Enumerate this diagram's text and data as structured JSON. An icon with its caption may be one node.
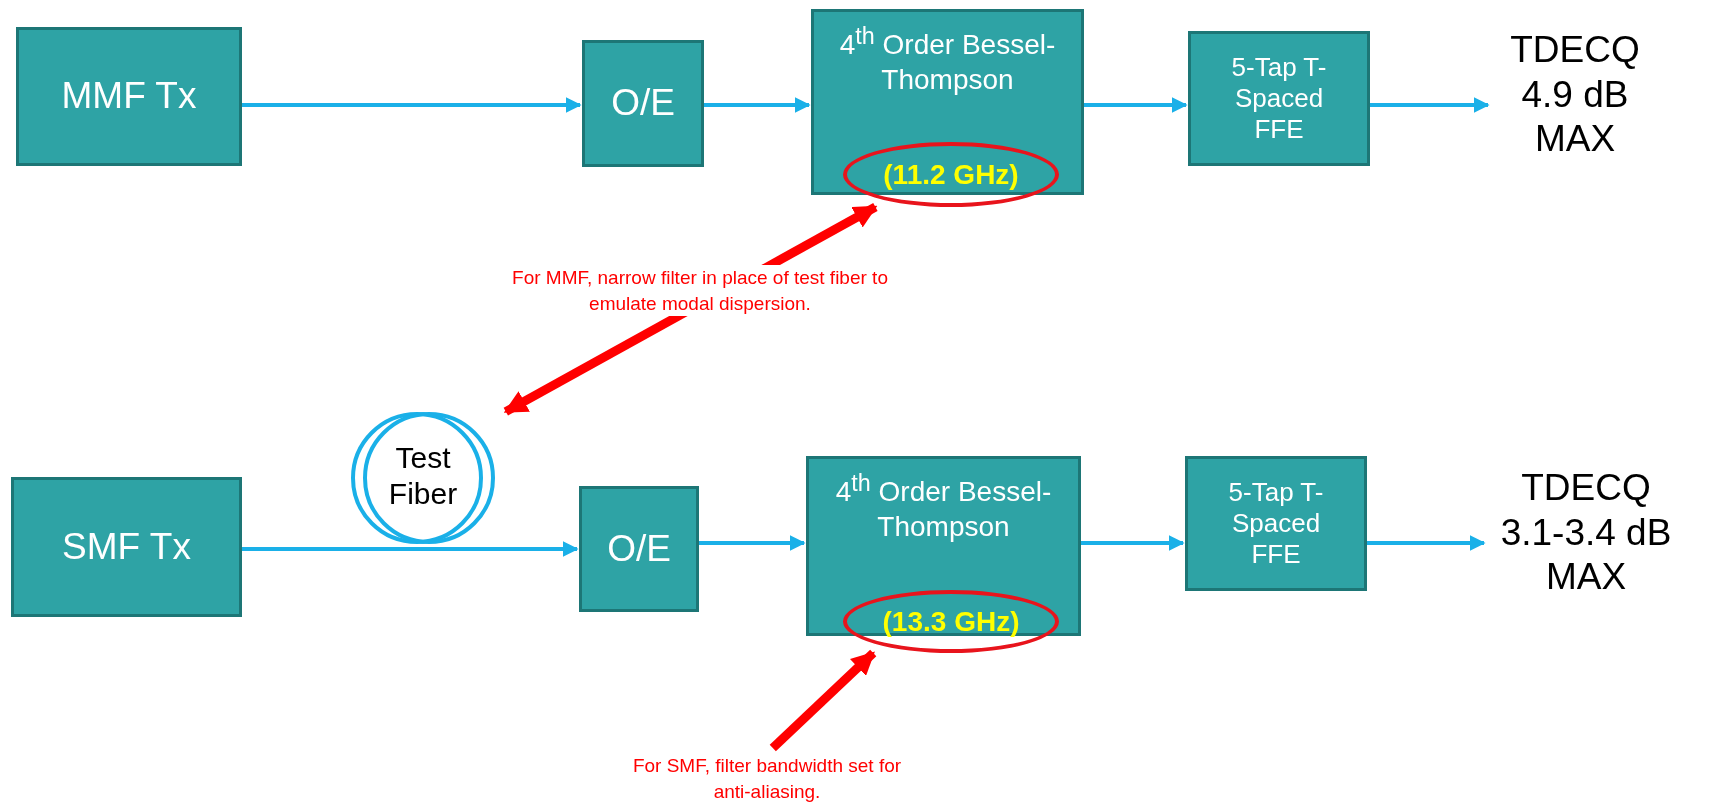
{
  "diagram": {
    "nodes": [
      {
        "text": [
          "MMF Tx"
        ]
      },
      {
        "text": [
          "O/E"
        ]
      },
      {
        "text": [
          "4$^{th}$ Order Bessel-Thompson"
        ]
      },
      {
        "text": [
          "(11.2 GHz)"
        ]
      },
      {
        "text": [
          "5-Tap T-Spaced FFE"
        ]
      },
      {
        "text": [
          "TDECQ 4.9 dB MAX"
        ]
      },
      {
        "text": [
          "Test Fiber"
        ]
      },
      {
        "text": [
          "SMF Tx"
        ]
      },
      {
        "text": [
          "O/E"
        ]
      },
      {
        "text": [
          "4$^{th}$ Order Bessel-Thompson"
        ]
      },
      {
        "text": [
          "(13.3 GHz)"
        ]
      },
      {
        "text": [
          "5-Tap T-Spaced FFE"
        ]
      },
      {
        "text": [
          "TDECQ 3.1-3.4 dB MAX"
        ]
      },
      {
        "text": [
          "For SMF, filter bandwidth set for anti-aliasing."
        ]
      }
    ],
    "edges": [
      {
        "from": 0,
        "to": 1,
        "arrow": "to"
      },
      {
        "from": 1,
        "to": 2,
        "arrow": "to"
      },
      {
        "from": 2,
        "to": 4,
        "arrow": "to"
      },
      {
        "from": 4,
        "to": 5,
        "arrow": "to"
      },
      {
        "from": 3,
        "to": 6,
        "arrow": "both",
        "label": "For MMF, narrow filter in place of test fiber to emulate modal dispersion.",
        "style": "thick",
        "color": "#ff0000"
      },
      {
        "from": 7,
        "to": 6,
        "arrow": "none"
      },
      {
        "from": 6,
        "to": 8,
        "arrow": "to"
      },
      {
        "from": 8,
        "to": 9,
        "arrow": "to"
      },
      {
        "from": 9,
        "to": 11,
        "arrow": "to"
      },
      {
        "from": 11,
        "to": 12,
        "arrow": "to"
      },
      {
        "from": 13,
        "to": 10,
        "arrow": "to",
        "style": "thick",
        "color": "#ff0000"
      }
    ]
  }
}
